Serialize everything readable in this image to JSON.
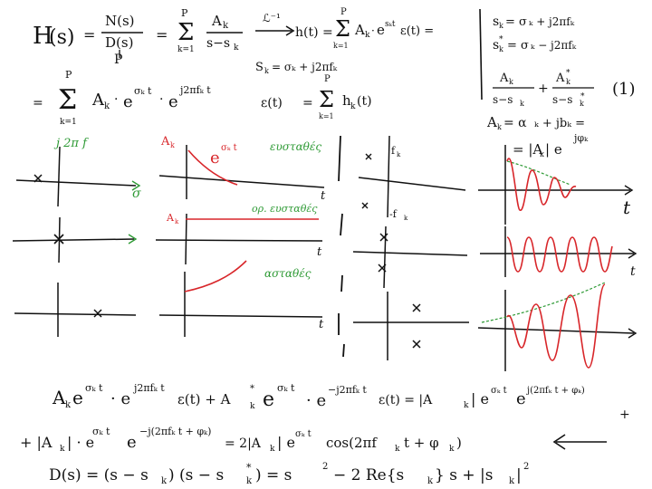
{
  "colors": {
    "ink": "#111111",
    "red": "#d8262a",
    "green": "#2e9a35",
    "background": "#ffffff"
  },
  "equations": {
    "top": {
      "lhs": "H(s)",
      "eq1": "=",
      "frac1_num": "N(s)",
      "frac1_den": "D(s)",
      "den_degree": "P",
      "eq2": "=",
      "sum1_top": "P",
      "sum1_bottom": "k=1",
      "sum1_num": "A",
      "sum1_den": "s−s",
      "arrow_label": "ℒ⁻¹",
      "ht": "h(t) =",
      "sum2_top": "P",
      "sum2_bottom": "k=1",
      "sum2_body": "A",
      "sum2_exp": "e",
      "sum2_tail": "ε(t) ="
    },
    "second": {
      "lead": "=",
      "sum_top": "P",
      "sum_bottom": "k=1",
      "body": "A",
      "sum_exp_a": "e",
      "sum_exp_b": "e",
      "eps": "ε(t)",
      "eq": "=",
      "hk_sum_top": "P",
      "hk_sum_bottom": "k=1",
      "hk": "h",
      "hk_arg": "(t)",
      "sk_label": "S"
    },
    "right_block": {
      "s_def": "s",
      "s_def_rhs": "= σ",
      "s_conj_def": "s",
      "s_conj_rhs": "= σ",
      "pair_num1": "A",
      "pair_den1": "s−s",
      "plus": "+",
      "pair_num2": "A",
      "pair_den2": "s−s",
      "pair_number": "(1)",
      "ak_def": "A",
      "ak_rhs": "= α",
      "ak_polar": "= |A",
      "ak_polar_tail": "| e"
    },
    "bottom": {
      "line1": "A",
      "line1b": "e",
      "line1c": "· e",
      "line1d": "ε(t) + A",
      "line1e": "e",
      "line1f": "· e",
      "line1g": "ε(t) = |A",
      "line1h": "| e",
      "line1i": "e",
      "line1_plus": "+",
      "line2a": "+ |A",
      "line2b": "| · e",
      "line2c": "e",
      "line2d": "= 2|A",
      "line2e": "| e",
      "line2f": "cos(2πf",
      "line2g": "t + φ",
      "line2h": ")",
      "line3a": "D(s) = (s − s",
      "line3b": ") (s − s",
      "line3c": ") = s",
      "line3d": "− 2 Re{s",
      "line3e": "} s + |s",
      "line3f": "|"
    }
  },
  "plot_labels": {
    "jw_axis": "j 2π f",
    "sigma_axis": "σ",
    "ak_red_1": "A",
    "exp_red": "e",
    "stable": "ευσταθές",
    "t_axis": "t",
    "ak_red_2": "A",
    "marginal": "ορ. ευσταθές",
    "unstable": "ασταθές",
    "fk_pos": "f",
    "fk_neg": "-f"
  }
}
